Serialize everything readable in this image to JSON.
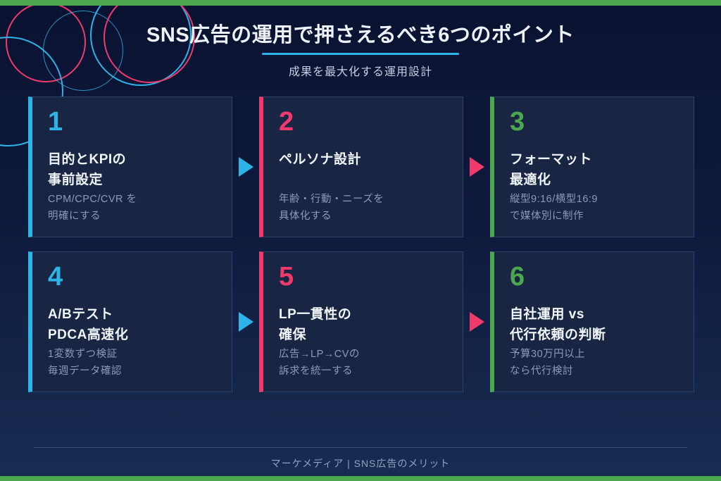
{
  "header": {
    "title": "SNS広告の運用で押さえるべき6つのポイント",
    "subtitle": "成果を最大化する運用設計"
  },
  "cards": [
    {
      "number": "1",
      "title": "目的とKPIの\n事前設定",
      "description": "CPM/CPC/CVR を\n明確にする",
      "accent_color": "#2cb4e8"
    },
    {
      "number": "2",
      "title": "ペルソナ設計",
      "description": "年齢・行動・ニーズを\n具体化する",
      "accent_color": "#f03a6c"
    },
    {
      "number": "3",
      "title": "フォーマット\n最適化",
      "description": "縦型9:16/横型16:9\nで媒体別に制作",
      "accent_color": "#4ba84f"
    },
    {
      "number": "4",
      "title": "A/Bテスト\nPDCA高速化",
      "description": "1変数ずつ検証\n毎週データ確認",
      "accent_color": "#2cb4e8"
    },
    {
      "number": "5",
      "title": "LP一貫性の\n確保",
      "description": "広告→LP→CVの\n訴求を統一する",
      "accent_color": "#f03a6c"
    },
    {
      "number": "6",
      "title": "自社運用 vs\n代行依頼の判断",
      "description": "予算30万円以上\nなら代行検討",
      "accent_color": "#4ba84f"
    }
  ],
  "arrows": [
    {
      "position": "after-card-1",
      "color": "#2cb4e8"
    },
    {
      "position": "after-card-2",
      "color": "#f03a6c"
    },
    {
      "position": "after-card-4",
      "color": "#2cb4e8"
    },
    {
      "position": "after-card-5",
      "color": "#f03a6c"
    }
  ],
  "footer": {
    "text": "マーケメディア | SNS広告のメリット"
  },
  "colors": {
    "top_bar": "#4ba84f",
    "bottom_bar": "#4ba84f",
    "title_underline": "#2cb4e8",
    "accent_cyan": "#2cb4e8",
    "accent_pink": "#f03a6c",
    "accent_green": "#4ba84f",
    "card_background": "#182543",
    "background_top": "#0a1231",
    "background_bottom": "#182c52"
  }
}
